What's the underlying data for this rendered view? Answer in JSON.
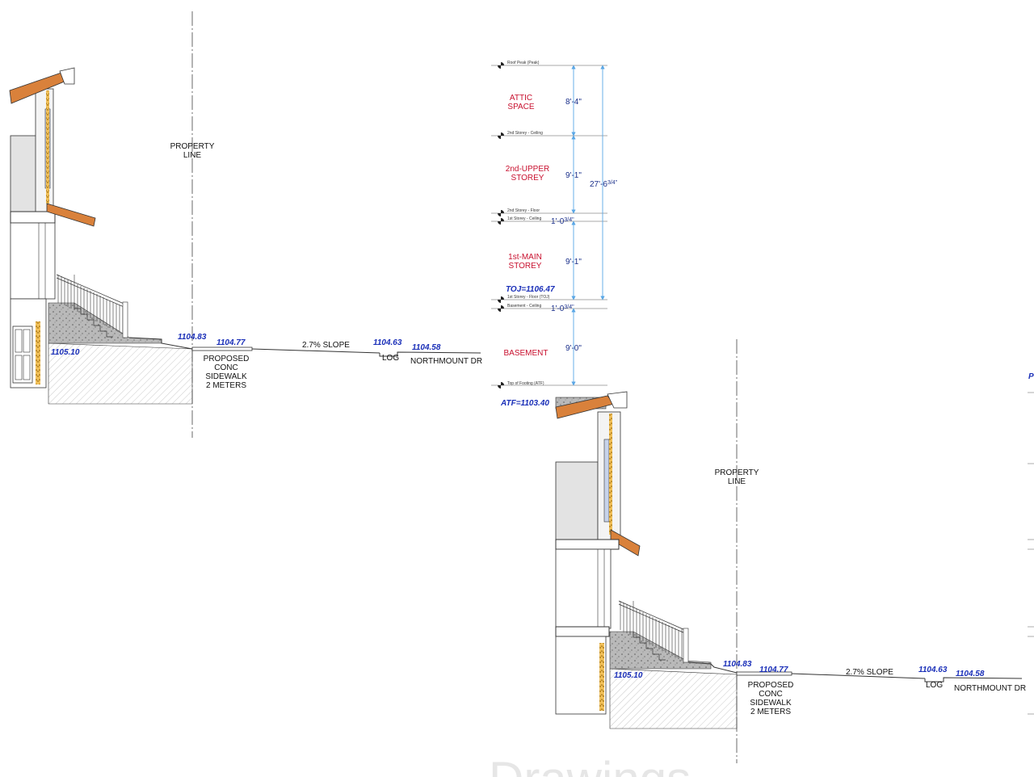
{
  "left_section": {
    "property_line": [
      "PROPERTY",
      "LINE"
    ],
    "elev_curb": "1104.83",
    "elev_sidewalk": "1104.77",
    "elev_log": "1104.63",
    "elev_road": "1104.58",
    "elev_grade": "1105.10",
    "slope": "2.7% SLOPE",
    "sidewalk": [
      "PROPOSED",
      "CONC",
      "SIDEWALK",
      "2 METERS"
    ],
    "log": "LOG",
    "street": "NORTHMOUNT DR"
  },
  "right_section": {
    "property_line": [
      "PROPERTY",
      "LINE"
    ],
    "elev_curb": "1104.83",
    "elev_sidewalk": "1104.77",
    "elev_log": "1104.63",
    "elev_road": "1104.58",
    "elev_grade": "1105.10",
    "slope": "2.7% SLOPE",
    "sidewalk": [
      "PROPOSED",
      "CONC",
      "SIDEWALK",
      "2 METERS"
    ],
    "log": "LOG",
    "street": "NORTHMOUNT DR",
    "edge_label": "P"
  },
  "height_diagram": {
    "levels": [
      "Roof Peak (Peak)",
      "2nd Storey - Ceiling",
      "2nd Storey - Floor",
      "1st Storey - Ceiling",
      "1st Storey - Floor (TOJ)",
      "Basement - Ceiling",
      "Top of Footing (ATF)"
    ],
    "spaces": {
      "attic": [
        "ATTIC",
        "SPACE"
      ],
      "upper": [
        "2nd-UPPER",
        "STOREY"
      ],
      "main": [
        "1st-MAIN",
        "STOREY"
      ],
      "basement": "BASEMENT"
    },
    "dims": {
      "attic": "8'-4\"",
      "upper": "9'-1\"",
      "floor1_main": "1'-0",
      "floor1_sup": "3/4\"",
      "main": "9'-1\"",
      "floor2_main": "1'-0",
      "floor2_sup": "3/4\"",
      "basement": "9'-0\"",
      "total_main": "27'-6",
      "total_sup": "3/4\""
    },
    "toj": "TOJ=1106.47",
    "atf": "ATF=1103.40"
  },
  "watermark": "Drawings",
  "colors": {
    "elevation_text": "#1a2fb8",
    "space_label": "#c8102e",
    "dimension_arrow": "#5aa7e6",
    "rafter": "#d9813b",
    "wall_fill": "#e3e3e3"
  }
}
